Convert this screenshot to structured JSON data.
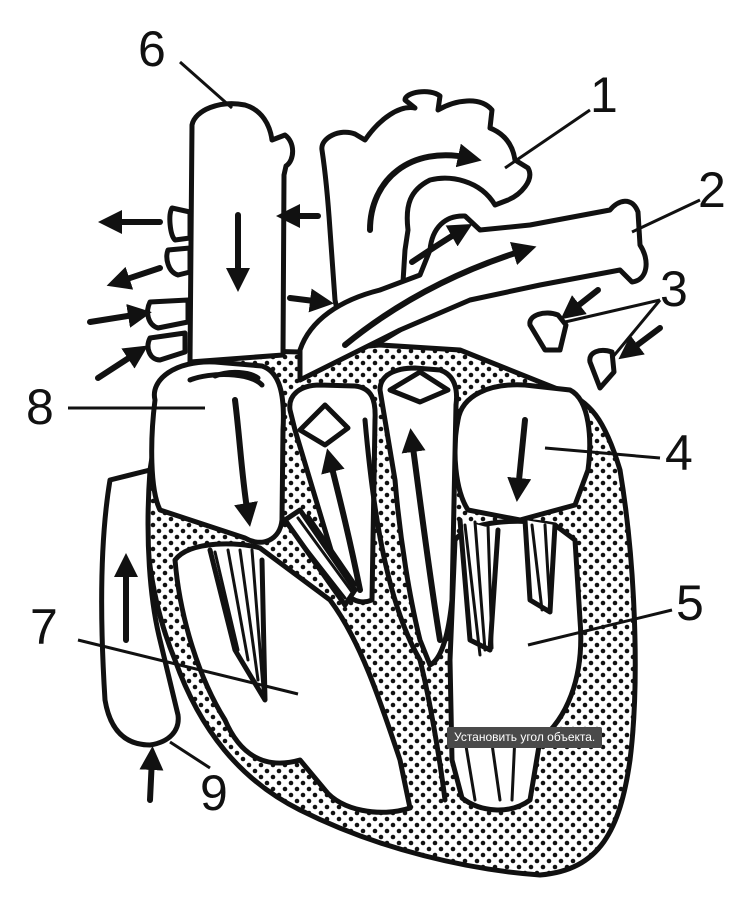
{
  "labels": {
    "l1": "1",
    "l2": "2",
    "l3": "3",
    "l4": "4",
    "l5": "5",
    "l6": "6",
    "l7": "7",
    "l8": "8",
    "l9": "9"
  },
  "tooltip": "Установить угол объекта.",
  "colors": {
    "stroke": "#111111",
    "fill": "#ffffff",
    "tooltip_bg": "#4a4a4a"
  }
}
